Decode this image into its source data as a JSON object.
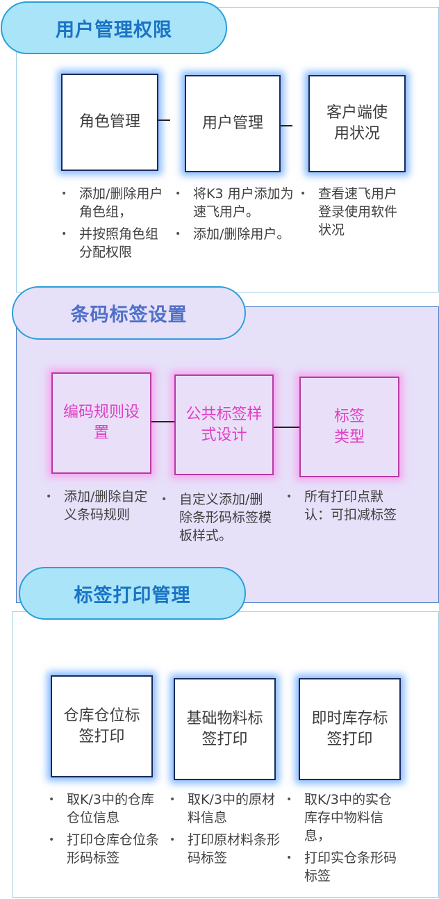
{
  "sections": [
    {
      "title": "用户管理权限",
      "nodes": [
        "角色管理",
        "用户管理",
        "客户端使用状况"
      ],
      "bullets": [
        [
          "添加/删除用户角色组，",
          "并按照角色组分配权限"
        ],
        [
          "将K3 用户添加为速飞用户。",
          "添加/删除用户。"
        ],
        [
          "查看速飞用户登录使用软件状况"
        ]
      ]
    },
    {
      "title": "条码标签设置",
      "nodes": [
        "编码规则设置",
        "公共标签样式设计",
        "标签类型"
      ],
      "bullets": [
        [
          "添加/删除自定义条码规则"
        ],
        [
          "自定义添加/删除条形码标签模板样式。"
        ],
        [
          "所有打印点默认：可扣减标签"
        ]
      ]
    },
    {
      "title": "标签打印管理",
      "nodes": [
        "仓库仓位标签打印",
        "基础物料标签打印",
        "即时库存标签打印"
      ],
      "bullets": [
        [
          "取K/3中的仓库仓位信息",
          "打印仓库仓位条形码标签"
        ],
        [
          "取K/3中的原材料信息",
          "打印原材料条形码标签"
        ],
        [
          "取K/3中的实仓库存中物料信息，",
          "打印实仓条形码标签"
        ]
      ]
    }
  ],
  "colors": {
    "section_header_fill": "#a9e4f8",
    "section_header_text": "#1a73c4",
    "section2_fill": "#e7e0f9",
    "section2_header_text": "#4f70c8",
    "pink_text": "#e03fc4"
  }
}
